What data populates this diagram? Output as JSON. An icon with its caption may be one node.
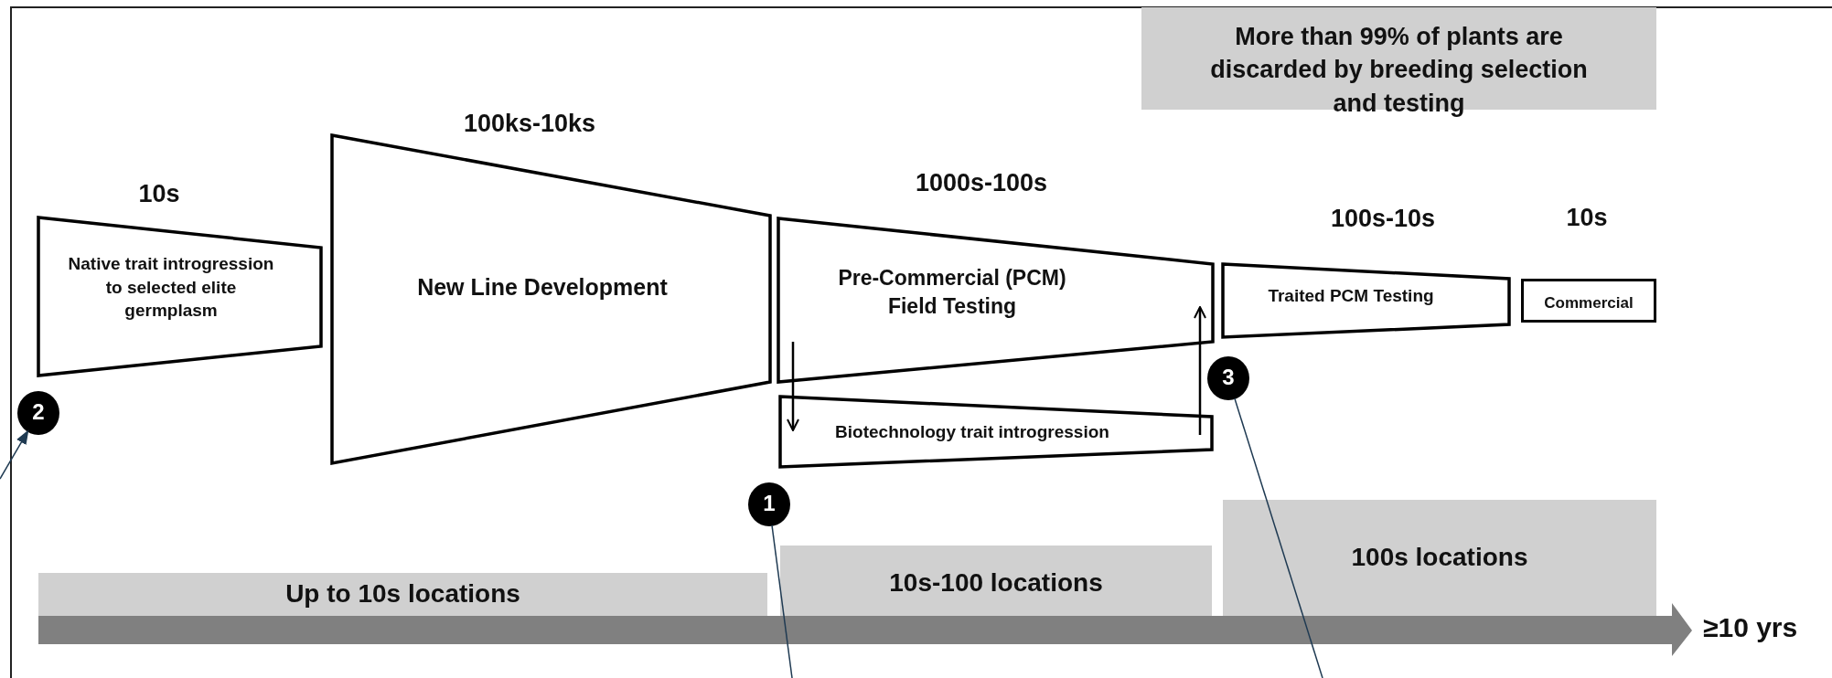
{
  "diagram": {
    "nodes": [
      {
        "text": [
          "Native trait introgression to selected elite germplasm"
        ],
        "beside": [
          "10s"
        ]
      },
      {
        "text": [
          "New Line Development"
        ],
        "beside": [
          "100ks-10ks"
        ]
      },
      {
        "text": [
          "Pre-Commercial (PCM) Field Testing"
        ],
        "beside": [
          "1000s-100s"
        ]
      },
      {
        "text": [
          "Biotechnology trait introgression"
        ]
      },
      {
        "text": [
          "Traited PCM Testing"
        ],
        "beside": [
          "100s-10s"
        ]
      },
      {
        "text": [
          "Commercial"
        ],
        "beside": [
          "10s"
        ]
      },
      {
        "text": [
          "More than 99% of plants are discarded by breeding selection and testing"
        ]
      },
      {
        "text": [
          "Up to 10s locations"
        ]
      },
      {
        "text": [
          "10s-100 locations"
        ]
      },
      {
        "text": [
          "100s locations"
        ]
      },
      {
        "text": [
          "1"
        ]
      },
      {
        "text": [
          "2"
        ]
      },
      {
        "text": [
          "3"
        ]
      }
    ],
    "edges": [
      {
        "from": 2,
        "to": 3,
        "arrow": "to",
        "color": "#000000"
      },
      {
        "from": 3,
        "to": 2,
        "arrow": "to",
        "color": "#000000"
      },
      {
        "from": null,
        "to": 11,
        "arrow": "to"
      },
      {
        "from": 10,
        "to": null,
        "arrow": "none"
      },
      {
        "from": 12,
        "to": null,
        "arrow": "none"
      }
    ],
    "labels": [
      "≥10 yrs"
    ]
  }
}
